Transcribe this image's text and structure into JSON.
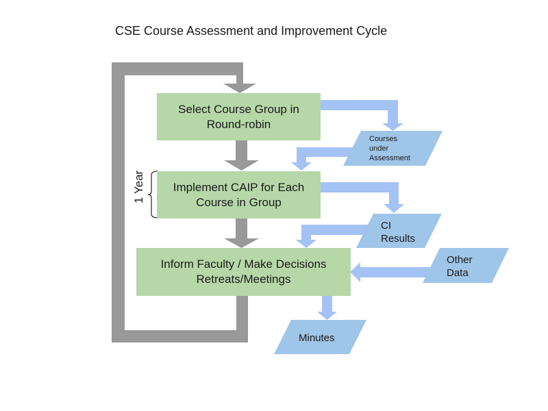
{
  "title": "CSE Course Assessment and Improvement Cycle",
  "colors": {
    "process_box": "#b6d7a8",
    "data_shape": "#9fc5e8",
    "data_arrow": "#a4c2f4",
    "loop_arrow": "#999999"
  },
  "steps": [
    {
      "line1": "Select Course Group in",
      "line2": "Round-robin"
    },
    {
      "line1": "Implement CAIP for Each",
      "line2": "Course in Group"
    },
    {
      "line1": "Inform Faculty / Make Decisions",
      "line2": "Retreats/Meetings"
    }
  ],
  "data_items": {
    "courses": {
      "line1": "Courses",
      "line2": "under",
      "line3": "Assessment"
    },
    "ci_results": {
      "line1": "CI",
      "line2": "Results"
    },
    "other_data": {
      "line1": "Other",
      "line2": "Data"
    },
    "minutes": {
      "line1": "Minutes"
    }
  },
  "duration_label": "1 Year"
}
